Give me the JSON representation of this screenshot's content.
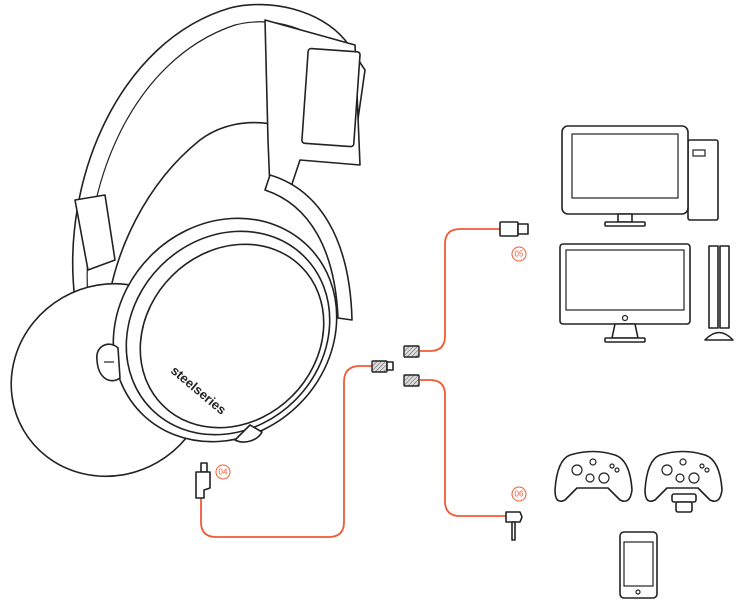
{
  "diagram": {
    "brand_logo_text": "steelseries",
    "labels": [
      {
        "id": "04",
        "text": "04"
      },
      {
        "id": "05",
        "text": "05"
      },
      {
        "id": "06",
        "text": "06"
      }
    ],
    "colors": {
      "cable": "#f15a36",
      "line_art": "#222222"
    },
    "devices": [
      "pc-monitor-tower",
      "imac",
      "playstation-console",
      "xbox-controller",
      "xbox-controller-with-adapter",
      "smartphone"
    ]
  }
}
